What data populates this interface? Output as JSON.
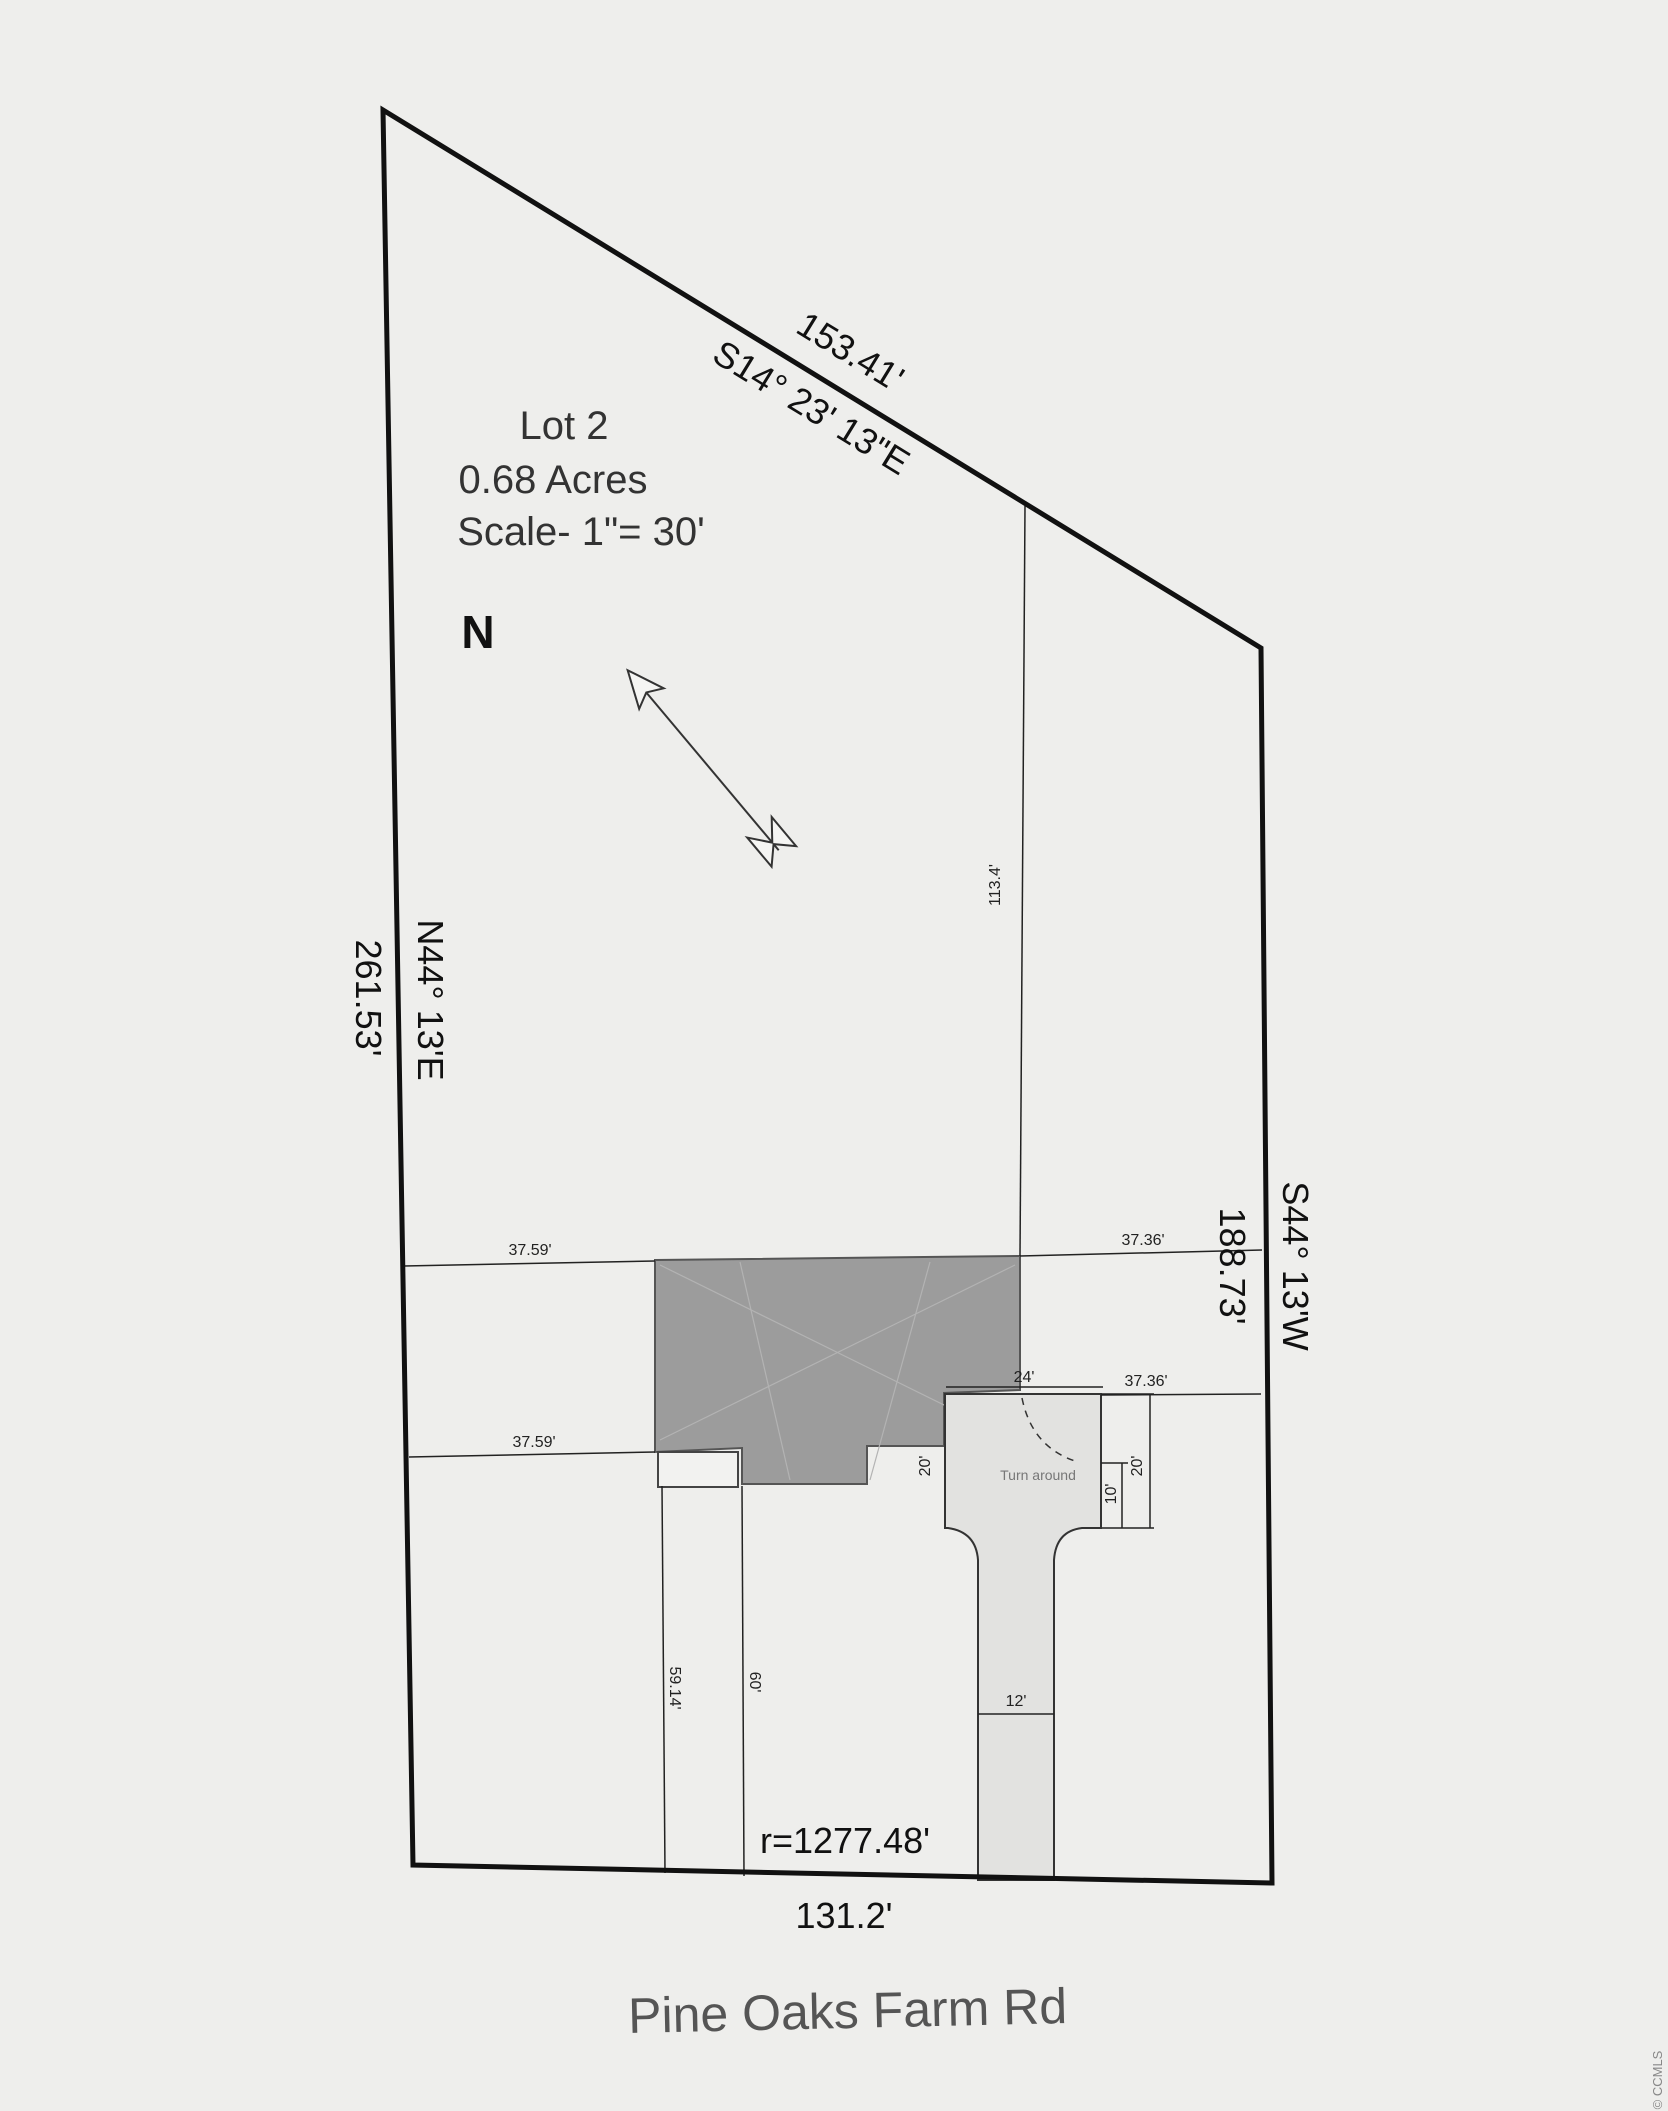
{
  "lot": {
    "name": "Lot 2",
    "area": "0.68 Acres",
    "scale": "Scale- 1\"= 30'"
  },
  "north_label": "N",
  "boundary": {
    "top_length": "153.41'",
    "top_bearing": "S14° 23' 13\"E",
    "left_length": "261.53'",
    "left_bearing": "N44° 13'E",
    "right_length": "188.73'",
    "right_bearing": "S44° 13'W",
    "bottom_length": "131.2'",
    "bottom_radius": "r=1277.48'"
  },
  "dimensions": {
    "setback_left_upper": "37.59'",
    "setback_left_lower": "37.59'",
    "setback_right_upper": "37.36'",
    "setback_right_lower": "37.36'",
    "rear_depth": "113.4'",
    "side_depth_a": "59.14'",
    "side_depth_b": "60'",
    "driveway_top_width": "24'",
    "driveway_width": "12'",
    "turnaround_depth": "20'",
    "turnaround_height": "20'",
    "turnaround_inner": "10'"
  },
  "turnaround_label": "Turn around",
  "road_name": "Pine Oaks Farm Rd",
  "watermark": "© CCMLS",
  "colors": {
    "background": "#eeeeec",
    "line": "#111111",
    "house": "#9c9c9c",
    "driveway": "#e2e2e0",
    "road_text": "#555555"
  }
}
